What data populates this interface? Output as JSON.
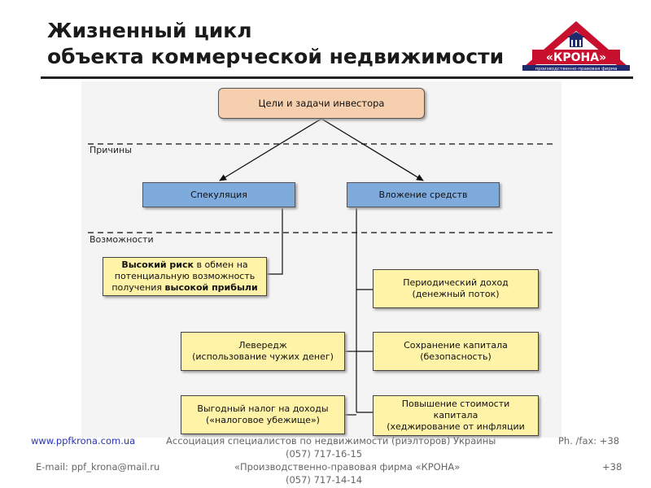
{
  "header": {
    "title_line1": "Жизненный цикл",
    "title_line2": "объекта коммерческой недвижимости"
  },
  "logo": {
    "name": "«КРОНА»",
    "tagline": "производственно-правовая фирма",
    "colors": {
      "red": "#c8102e",
      "white": "#ffffff",
      "navy": "#1f2a6e"
    }
  },
  "diagram": {
    "goal": "Цели и задачи инвестора",
    "section_causes": "Причины",
    "section_possibilities": "Возможности",
    "speculation": "Спекуляция",
    "investment": "Вложение средств",
    "high_risk": {
      "bold1": "Высокий риск",
      "plain1": " в обмен на",
      "line2": "потенциальную возможность",
      "plain3": "получения ",
      "bold3": "высокой прибыли"
    },
    "leverage": {
      "line1": "Левередж",
      "line2": "(использование чужих денег)"
    },
    "tax": {
      "line1": "Выгодный налог на доходы",
      "line2": "(«налоговое убежище»)"
    },
    "income": {
      "line1": "Периодический доход",
      "line2": "(денежный поток)"
    },
    "capital": {
      "line1": "Сохранение капитала",
      "line2": "(безопасность)"
    },
    "growth": {
      "line1": "Повышение стоимости",
      "line2": "капитала",
      "line3": "(хеджирование от инфляции"
    }
  },
  "footer": {
    "website": "www.ppfkrona.com.ua",
    "association": "Ассоциация специалистов по недвижимости (риэлторов) Украины",
    "phone_label": "Ph. /fax: +38",
    "phone1": "(057) 717-16-15",
    "email": "E-mail: ppf_krona@mail.ru",
    "firm": "«Производственно-правовая фирма «КРОНА»",
    "phone2_prefix": "+38",
    "phone2": "(057) 717-14-14"
  }
}
